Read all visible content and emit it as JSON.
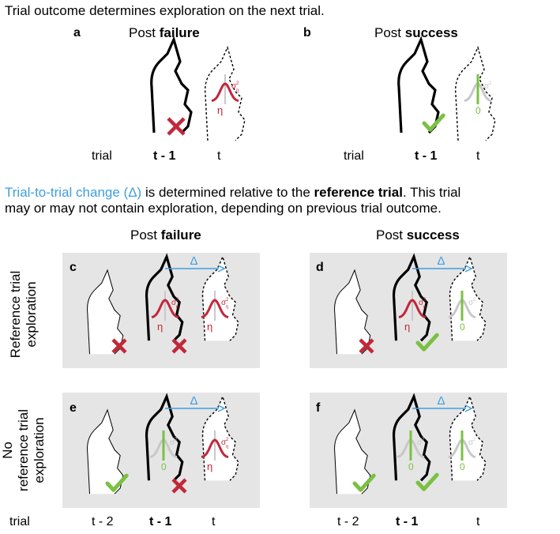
{
  "intro": {
    "line1": "Trial outcome determines exploration on the next trial.",
    "line2_blue": "Trial-to-trial change (Δ)",
    "line2_a": " is determined relative to the ",
    "line2_bold": "reference trial",
    "line2_b": ". This trial",
    "line3": "may or may not contain exploration, depending on previous trial outcome."
  },
  "top": {
    "a": {
      "label": "a",
      "title_pre": "Post ",
      "title_bold": "failure"
    },
    "b": {
      "label": "b",
      "title_pre": "Post ",
      "title_bold": "success"
    },
    "trial_word": "trial",
    "t_minus_1": "t - 1",
    "t": "t"
  },
  "bottom": {
    "left_title_pre": "Post ",
    "left_title_bold": "failure",
    "right_title_pre": "Post ",
    "right_title_bold": "success",
    "panels": {
      "c": "c",
      "d": "d",
      "e": "e",
      "f": "f"
    },
    "row1_label": [
      "Reference trial",
      "exploration"
    ],
    "row2_label": [
      "No",
      "reference trial",
      "exploration"
    ],
    "trial_word": "trial",
    "t_minus_2": "t - 2",
    "t_minus_1": "t - 1",
    "t": "t"
  },
  "symbols": {
    "delta": "Δ",
    "eta": "η",
    "sigma": "σ",
    "sub": "η",
    "sup": "2",
    "zero": "0"
  },
  "colors": {
    "red": "#c2273a",
    "green": "#7ac143",
    "blue": "#3f9ee0",
    "gray": "#c8c8c8",
    "panel": "#e5e5e5"
  }
}
